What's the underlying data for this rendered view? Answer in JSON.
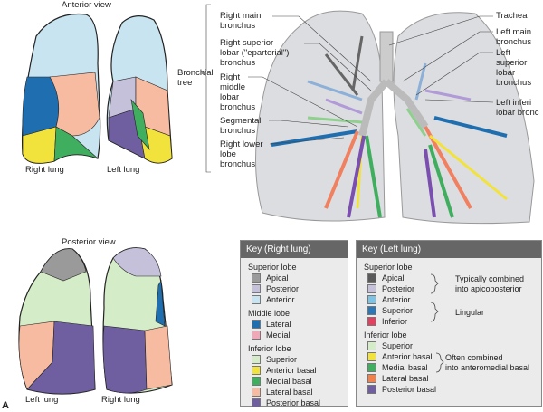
{
  "figure_letter": "A",
  "anterior": {
    "title": "Anterior view",
    "right_label": "Right lung",
    "left_label": "Left lung"
  },
  "posterior": {
    "title": "Posterior view",
    "left_label": "Left lung",
    "right_label": "Right lung"
  },
  "bronchial": {
    "group_label": "Bronchial\ntree",
    "left_labels": [
      "Right main\nbronchus",
      "Right superior\nlobar (\"eparterial\")\nbronchus",
      "Right\nmiddle\nlobar\nbronchus",
      "Segmental\nbronchus",
      "Right lower\nlobe\nbronchus"
    ],
    "right_labels": [
      "Trachea",
      "Left main\nbronchus",
      "Left\nsuperior\nlobar\nbronchus",
      "Left inferi\nlobar bronc"
    ]
  },
  "key_right": {
    "title": "Key (Right lung)",
    "groups": [
      {
        "name": "Superior lobe",
        "items": [
          {
            "label": "Apical",
            "color": "#9a9a9a"
          },
          {
            "label": "Posterior",
            "color": "#c5c1da"
          },
          {
            "label": "Anterior",
            "color": "#c8e4f0"
          }
        ]
      },
      {
        "name": "Middle lobe",
        "items": [
          {
            "label": "Lateral",
            "color": "#1f6fb0"
          },
          {
            "label": "Medial",
            "color": "#f0a7b8"
          }
        ]
      },
      {
        "name": "Inferior lobe",
        "items": [
          {
            "label": "Superior",
            "color": "#d5ecc8"
          },
          {
            "label": "Anterior basal",
            "color": "#f2e23c"
          },
          {
            "label": "Medial basal",
            "color": "#3fae5e"
          },
          {
            "label": "Lateral basal",
            "color": "#f6bba0"
          },
          {
            "label": "Posterior basal",
            "color": "#6f5fa0"
          }
        ]
      }
    ]
  },
  "key_left": {
    "title": "Key (Left lung)",
    "groups": [
      {
        "name": "Superior lobe",
        "items": [
          {
            "label": "Apical",
            "color": "#5a5a5a"
          },
          {
            "label": "Posterior",
            "color": "#c5c1da"
          },
          {
            "label": "Anterior",
            "color": "#7ec3e3"
          },
          {
            "label": "Superior",
            "color": "#2a78b8"
          },
          {
            "label": "Inferior",
            "color": "#e2405e"
          }
        ]
      },
      {
        "name": "Inferior lobe",
        "items": [
          {
            "label": "Superior",
            "color": "#d5ecc8"
          },
          {
            "label": "Anterior basal",
            "color": "#f2e23c"
          },
          {
            "label": "Medial basal",
            "color": "#3fae5e"
          },
          {
            "label": "Lateral basal",
            "color": "#f0804c"
          },
          {
            "label": "Posterior basal",
            "color": "#6f5fa0"
          }
        ]
      }
    ],
    "notes": [
      "Typically combined\ninto apicoposterior",
      "Lingular",
      "Often combined\ninto anteromedial basal"
    ]
  }
}
